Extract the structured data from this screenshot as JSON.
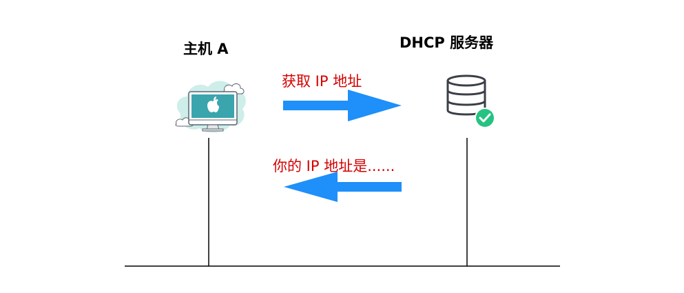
{
  "host": {
    "label": "主机 A",
    "icon": "imac-computer-icon"
  },
  "server": {
    "label": "DHCP 服务器",
    "icon": "database-server-icon",
    "badge_icon": "check-badge-icon"
  },
  "messages": [
    {
      "label": "获取 IP 地址",
      "direction": "right"
    },
    {
      "label": "你的 IP 地址是......",
      "direction": "left"
    }
  ],
  "colors": {
    "arrow": "#1f8ff9",
    "message_text": "#d40000",
    "line": "#000000",
    "check": "#26c281",
    "cloud": "#cdeee9",
    "server_stroke": "#3b3f47"
  }
}
